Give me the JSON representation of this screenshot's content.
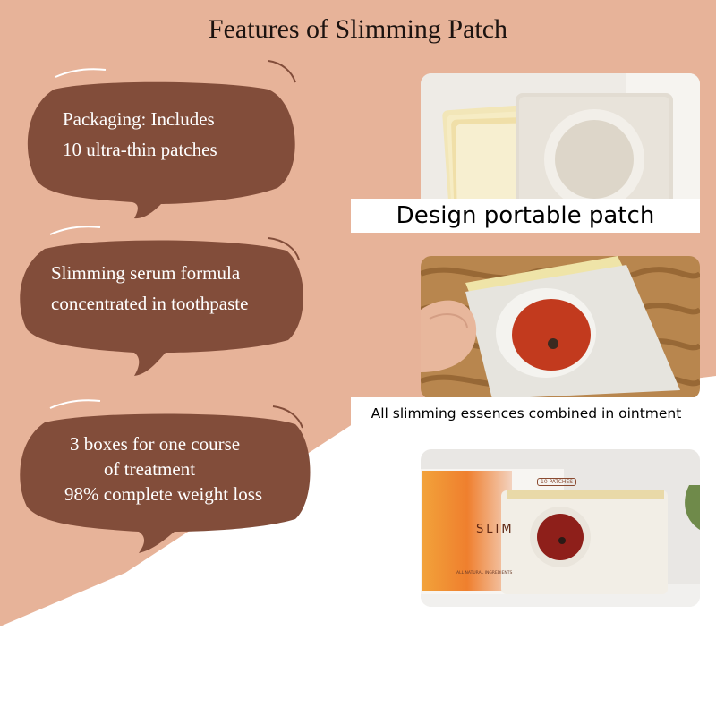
{
  "page": {
    "title": "Features of Slimming Patch"
  },
  "colors": {
    "peach": "#e7b399",
    "bubble": "#824d3a",
    "text_dark": "#1c1310"
  },
  "features": [
    {
      "lines": [
        "Packaging: Includes",
        "10 ultra-thin patches"
      ]
    },
    {
      "lines": [
        "Slimming serum formula",
        "concentrated in toothpaste"
      ]
    },
    {
      "lines": [
        "3 boxes for one course",
        "of treatment",
        "98% complete weight loss"
      ]
    }
  ],
  "photos": [
    {
      "caption": "Design portable patch"
    },
    {
      "caption": "All slimming essences combined in ointment"
    },
    {
      "box_label": "SLIM",
      "box_tag": "10 PATCHES",
      "box_small": "ALL NATURAL INGREDIENTS"
    }
  ]
}
